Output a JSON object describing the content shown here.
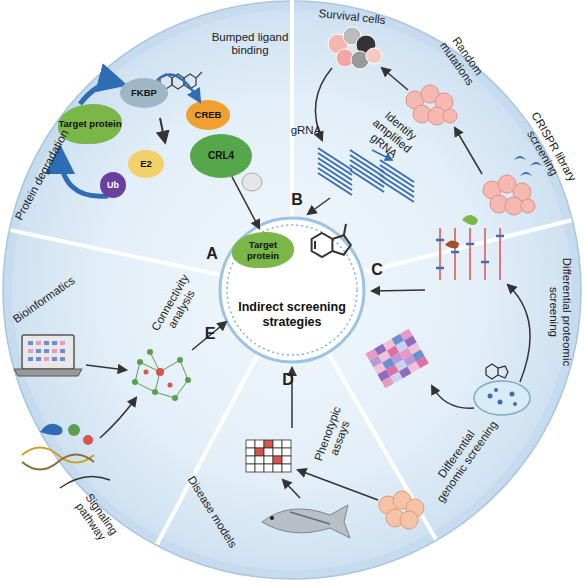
{
  "diagram": {
    "nodes": [
      {
        "text": [
          "Indirect screening strategies"
        ]
      },
      {
        "text": [
          "Target protein"
        ],
        "in": 0
      },
      {
        "text": [
          "Target protein"
        ]
      },
      {
        "text": [
          "FKBP"
        ]
      },
      {
        "text": [
          "CREB"
        ]
      },
      {
        "text": [
          "CRL4"
        ]
      },
      {
        "text": [
          "E2"
        ]
      },
      {
        "text": [
          "Ub"
        ]
      }
    ],
    "edges": [
      {
        "from": 3,
        "to": 4,
        "arrow": "to"
      },
      {
        "from": 5,
        "to": 0,
        "arrow": "to"
      }
    ],
    "labels": [
      "A",
      "B",
      "C",
      "D",
      "E",
      "Bumped ligand binding",
      "Protein degradation",
      "Survival cells",
      "Random mutations",
      "CRISPR library screening",
      "gRNA",
      "Identify amplified gRNA",
      "Differential proteomic screening",
      "Differential genomic screening",
      "Phenotypic assays",
      "Disease models",
      "Bioinformatics",
      "Connectivity analysis",
      "Signaling pathway"
    ]
  }
}
